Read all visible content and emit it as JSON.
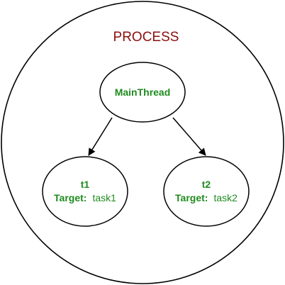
{
  "process": {
    "title": "PROCESS"
  },
  "nodes": {
    "main": {
      "label": "MainThread"
    },
    "t1": {
      "name": "t1",
      "target_key": "Target:",
      "target_value": "task1"
    },
    "t2": {
      "name": "t2",
      "target_key": "Target:",
      "target_value": "task2"
    }
  },
  "colors": {
    "title": "#8b0f0f",
    "node_text": "#1f8b1f",
    "stroke": "#000000",
    "background": "#ffffff"
  }
}
